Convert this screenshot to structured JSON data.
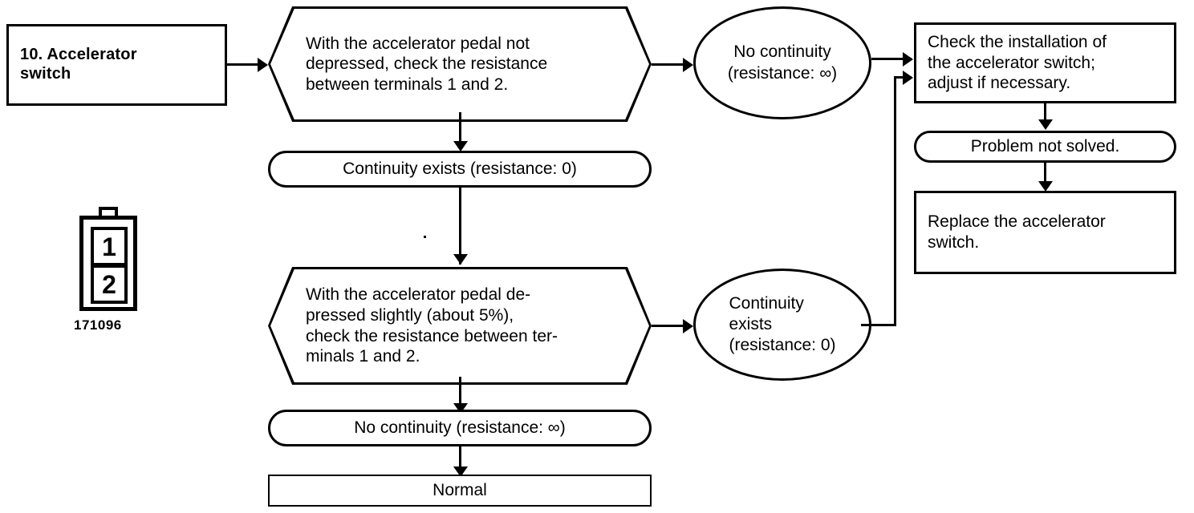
{
  "diagram": {
    "title_box": {
      "label": "10.  Accelerator\nswitch"
    },
    "connector_figure": {
      "terminal_1": "1",
      "terminal_2": "2",
      "part_number": "171096"
    },
    "nodes": {
      "test1": "With the accelerator pedal not\ndepressed, check the resistance\nbetween terminals 1 and 2.",
      "test1_result_no_continuity": "No continuity\n(resistance: ∞)",
      "test1_result_continuity": "Continuity exists (resistance: 0)",
      "test2": "With the accelerator pedal de-\npressed slightly (about 5%),\ncheck the resistance between ter-\nminals 1 and 2.",
      "test2_result_continuity": "Continuity\nexists\n(resistance: 0)",
      "test2_result_no_continuity": "No continuity (resistance: ∞)",
      "normal": "Normal",
      "check_installation": "Check the installation of\nthe accelerator switch;\nadjust if necessary.",
      "problem_not_solved": "Problem not solved.",
      "replace_switch": "Replace the accelerator\nswitch."
    }
  }
}
